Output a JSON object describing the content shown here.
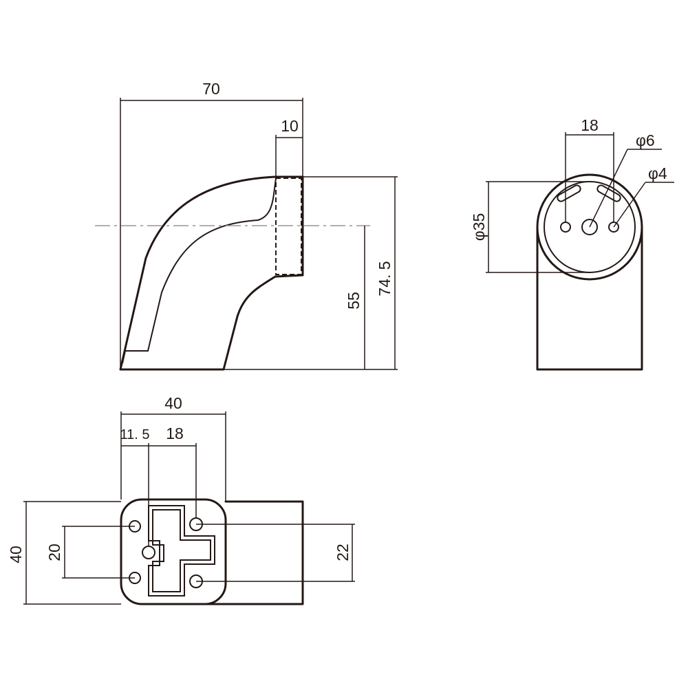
{
  "drawing": {
    "color": "#231815",
    "centerline_color": "#9c948c",
    "side_view": {
      "dim_overall_width": "70",
      "dim_flange_width": "10",
      "dim_center_height": "55",
      "dim_overall_height": "74. 5"
    },
    "end_view": {
      "dim_hole_pitch": "18",
      "dim_large_hole_dia": "φ6",
      "dim_small_hole_dia": "φ4",
      "dim_outer_dia": "φ35"
    },
    "plan_view": {
      "dim_width": "40",
      "dim_offset": "11. 5",
      "dim_hole_pitch": "18",
      "dim_left_hole_spacing": "20",
      "dim_right_hole_spacing": "22",
      "dim_depth": "40"
    }
  }
}
